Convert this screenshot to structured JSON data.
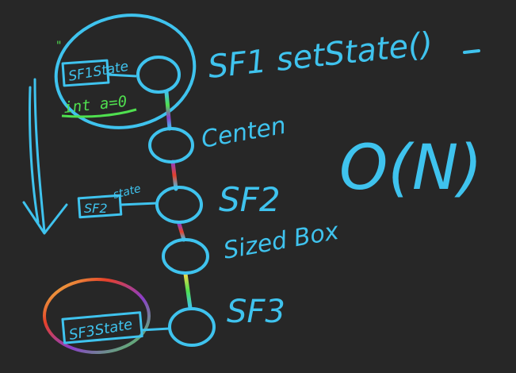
{
  "nodes": {
    "sf1": {
      "label": "SF1 setState()"
    },
    "center": {
      "label": "Centen"
    },
    "sf2": {
      "label": "SF2"
    },
    "sizedbox": {
      "label": "Sized Box"
    },
    "sf3": {
      "label": "SF3"
    }
  },
  "states": {
    "sf1_title": "SF1State",
    "sf1_var": "int a=0",
    "sf2_box": "SF2",
    "sf2_title": "state",
    "sf3_box": "SF3State"
  },
  "complexity": "O(N)",
  "colors": {
    "ink": "#3fc3ee",
    "green": "#4fe04f",
    "purple": "#8a3ec9",
    "rainbow": [
      "#f2d94a",
      "#e5402a",
      "#8a3ec9",
      "#3fc3ee",
      "#4fe04f"
    ]
  }
}
